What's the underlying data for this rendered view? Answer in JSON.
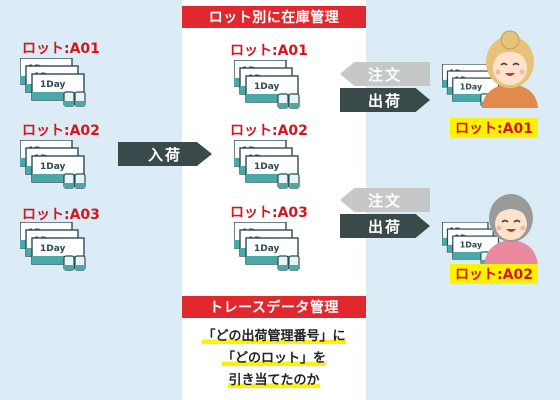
{
  "colors": {
    "red": "#e0282e",
    "dark": "#3a4a4a",
    "gray": "#c6c8c8",
    "yellow": "#fff200",
    "bg": "#dcecf6"
  },
  "header_lot": "ロット別に在庫管理",
  "header_trace": "トレースデータ管理",
  "left_lots": [
    "ロット:A01",
    "ロット:A02",
    "ロット:A03"
  ],
  "center_lots": [
    "ロット:A01",
    "ロット:A02",
    "ロット:A03"
  ],
  "pack_label": "1Day",
  "arrows": {
    "inbound": "入荷",
    "order": "注文",
    "ship": "出荷"
  },
  "destinations": [
    "ロット:A01",
    "ロット:A02"
  ],
  "trace_lines": [
    "「どの出荷管理番号」に",
    "「どのロット」を",
    "引き当てたのか"
  ]
}
